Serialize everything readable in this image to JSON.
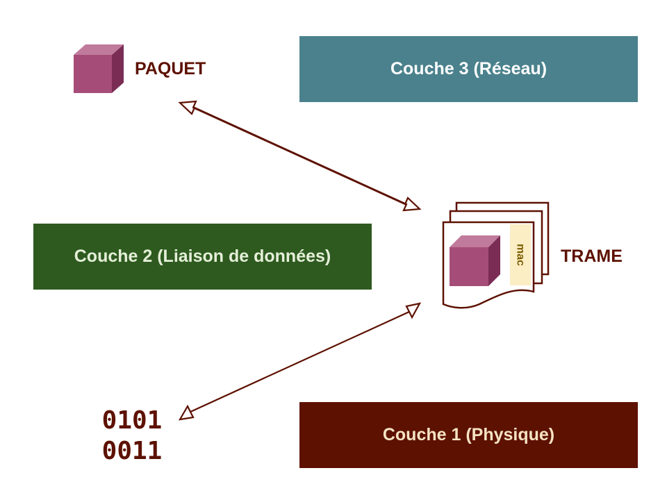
{
  "layers": {
    "layer3": "Couche 3 (Réseau)",
    "layer2": "Couche 2 (Liaison de données)",
    "layer1": "Couche 1 (Physique)"
  },
  "units": {
    "packet": "PAQUET",
    "frame": "TRAME",
    "frame_header": "mac",
    "bits_row1": "0101",
    "bits_row2": "0011"
  },
  "icons": {
    "packet": "cube-icon",
    "frame": "document-stack-icon",
    "bits": "binary-digits-icon",
    "arrows": "double-headed-arrow"
  },
  "colors": {
    "layer3": "#4a818c",
    "layer2": "#2e5a1f",
    "layer1": "#5d1100",
    "accent": "#5d1100",
    "cube_front": "#a54d78",
    "cube_top": "#c07a9c",
    "cube_side": "#7a2c55",
    "mac_bg": "#fbeec5"
  }
}
